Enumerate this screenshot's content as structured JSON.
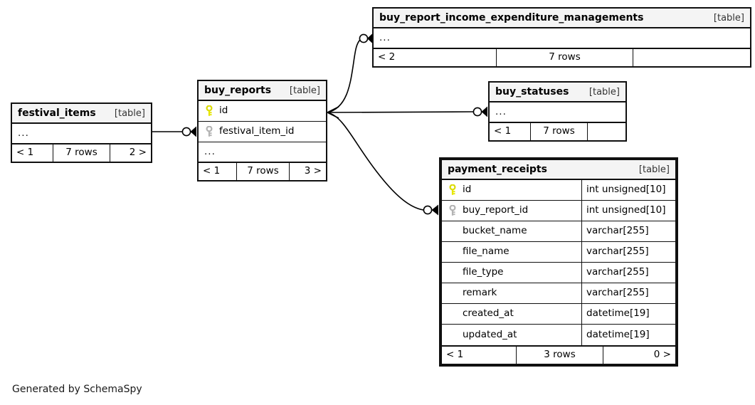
{
  "diagram": {
    "generator_credit": "Generated by SchemaSpy",
    "table_kind_label": "[table]",
    "ellipsis": "...",
    "colors": {
      "primary_key_icon": "#e6e600",
      "foreign_key_icon": "#b3b3b3",
      "header_background": "#f4f4f4",
      "border": "#101010",
      "page_background": "#ffffff"
    }
  },
  "tables": {
    "buy_report_income_expenditure_managements": {
      "name": "buy_report_income_expenditure_managements",
      "kind": "[table]",
      "columns": [],
      "has_ellipsis_row": true,
      "ellipsis": "...",
      "footer": {
        "parents": "< 2",
        "rows": "7 rows",
        "children": ""
      }
    },
    "buy_reports": {
      "name": "buy_reports",
      "kind": "[table]",
      "columns": [
        {
          "name": "id",
          "key": "primary",
          "type": ""
        },
        {
          "name": "festival_item_id",
          "key": "foreign",
          "type": ""
        }
      ],
      "has_ellipsis_row": true,
      "ellipsis": "...",
      "footer": {
        "parents": "< 1",
        "rows": "7 rows",
        "children": "3 >"
      }
    },
    "buy_statuses": {
      "name": "buy_statuses",
      "kind": "[table]",
      "columns": [],
      "has_ellipsis_row": true,
      "ellipsis": "...",
      "footer": {
        "parents": "< 1",
        "rows": "7 rows",
        "children": ""
      }
    },
    "festival_items": {
      "name": "festival_items",
      "kind": "[table]",
      "columns": [],
      "has_ellipsis_row": true,
      "ellipsis": "...",
      "footer": {
        "parents": "< 1",
        "rows": "7 rows",
        "children": "2 >"
      }
    },
    "payment_receipts": {
      "name": "payment_receipts",
      "kind": "[table]",
      "emphasized": true,
      "columns": [
        {
          "name": "id",
          "key": "primary",
          "type": "int unsigned[10]"
        },
        {
          "name": "buy_report_id",
          "key": "foreign",
          "type": "int unsigned[10]"
        },
        {
          "name": "bucket_name",
          "key": "none",
          "type": "varchar[255]"
        },
        {
          "name": "file_name",
          "key": "none",
          "type": "varchar[255]"
        },
        {
          "name": "file_type",
          "key": "none",
          "type": "varchar[255]"
        },
        {
          "name": "remark",
          "key": "none",
          "type": "varchar[255]"
        },
        {
          "name": "created_at",
          "key": "none",
          "type": "datetime[19]"
        },
        {
          "name": "updated_at",
          "key": "none",
          "type": "datetime[19]"
        }
      ],
      "has_ellipsis_row": false,
      "footer": {
        "parents": "< 1",
        "rows": "3 rows",
        "children": "0 >"
      }
    }
  },
  "relationships": [
    {
      "from": "festival_items",
      "to": "buy_reports",
      "to_column": "festival_item_id"
    },
    {
      "from": "buy_reports",
      "to": "buy_report_income_expenditure_managements"
    },
    {
      "from": "buy_reports",
      "to": "buy_statuses"
    },
    {
      "from": "buy_reports",
      "to": "payment_receipts",
      "to_column": "buy_report_id"
    }
  ]
}
